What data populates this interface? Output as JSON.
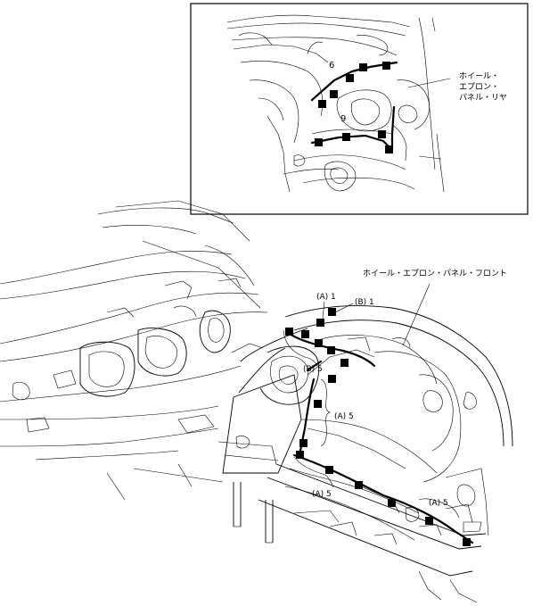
{
  "inset": {
    "label_rear": [
      "ホイール・",
      "エプロン・",
      "パネル・リヤ"
    ],
    "callout_6": "6",
    "callout_9": "9"
  },
  "main": {
    "label_front": "ホイール・エプロン・パネル・フロント",
    "callout_a1": "(A) 1",
    "callout_b1": "(B) 1",
    "callout_b5": "(B) 5",
    "callout_a5_right": "(A) 5",
    "callout_a5_bottom_left": "(A) 5",
    "callout_a5_bottom_right": "(A) 5"
  },
  "colors": {
    "line": "#000000",
    "background": "#ffffff"
  }
}
